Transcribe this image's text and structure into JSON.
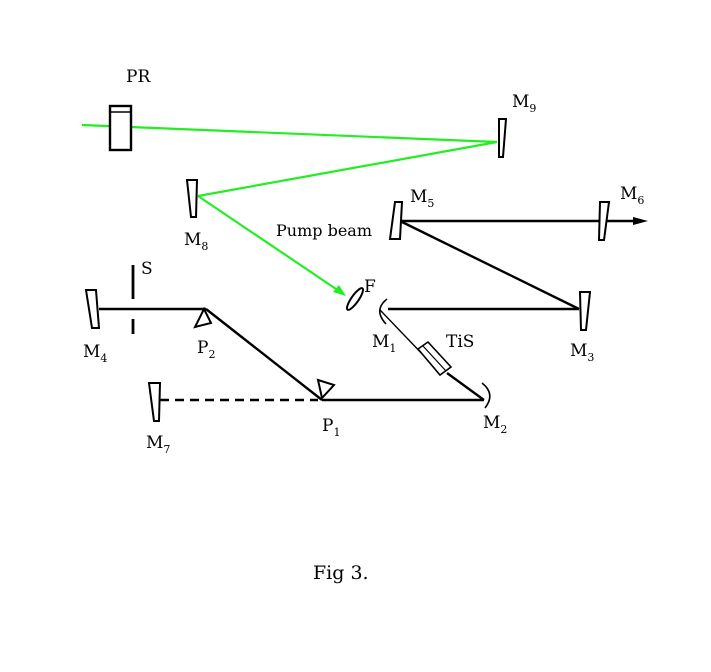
{
  "colors": {
    "pump": "#22ee22",
    "beam": "#000000"
  },
  "labels": {
    "PR": "PR",
    "M9": {
      "main": "M",
      "sub": "9"
    },
    "M8": {
      "main": "M",
      "sub": "8"
    },
    "M5": {
      "main": "M",
      "sub": "5"
    },
    "M6": {
      "main": "M",
      "sub": "6"
    },
    "S": "S",
    "M4": {
      "main": "M",
      "sub": "4"
    },
    "P2": {
      "main": "P",
      "sub": "2"
    },
    "F": "F",
    "M1": {
      "main": "M",
      "sub": "1"
    },
    "TiS": "TiS",
    "M3": {
      "main": "M",
      "sub": "3"
    },
    "M7": {
      "main": "M",
      "sub": "7"
    },
    "P1": {
      "main": "P",
      "sub": "1"
    },
    "M2": {
      "main": "M",
      "sub": "2"
    },
    "pump_beam": "Pump beam",
    "caption": "Fig 3."
  }
}
